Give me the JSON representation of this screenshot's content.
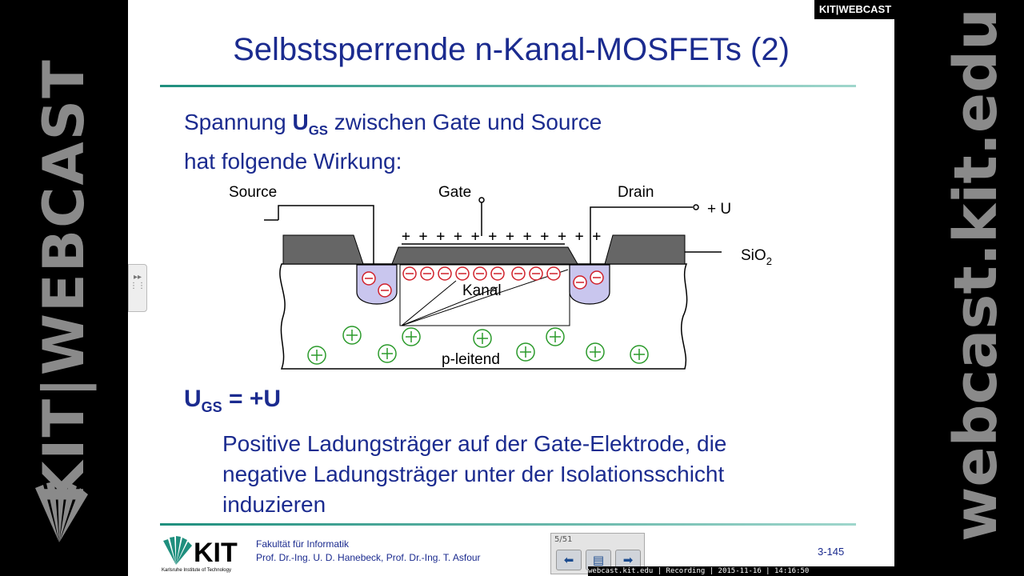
{
  "branding": {
    "left_vertical": "KIT|WEBCAST",
    "right_vertical": "webcast.kit.edu",
    "badge": "KIT|WEBCAST"
  },
  "slide": {
    "title": "Selbstsperrende n-Kanal-MOSFETs (2)",
    "intro_line1_prefix": "Spannung ",
    "intro_symbol": "U",
    "intro_symbol_sub": "GS",
    "intro_line1_suffix": " zwischen Gate und Source",
    "intro_line2": "hat folgende Wirkung:",
    "ugs_symbol": "U",
    "ugs_sub": "GS",
    "ugs_rest": " = +U",
    "description_line1": "Positive Ladungsträger auf der Gate-Elektrode, die",
    "description_line2": "negative Ladungsträger unter der Isolationsschicht",
    "description_line3": "induzieren"
  },
  "diagram": {
    "label_source": "Source",
    "label_gate": "Gate",
    "label_drain": "Drain",
    "label_plus_u": "+ U",
    "label_sio2": "SiO",
    "label_sio2_sub": "2",
    "label_kanal": "Kanal",
    "label_p_leitend": "p-leitend",
    "gate_charges": "+ + + + + + + + + + + +"
  },
  "footer": {
    "logo_text": "KIT",
    "logo_sub": "Karlsruhe Institute of Technology",
    "faculty_line1": "Fakultät für Informatik",
    "faculty_line2": "Prof. Dr.-Ing. U. D. Hanebeck, Prof. Dr.-Ing. T. Asfour",
    "page_number": "3-145"
  },
  "navigator": {
    "count": "5/51"
  },
  "ticker": "webcast.kit.edu | Recording | 2015-11-16 | 14:16:50",
  "colors": {
    "title_blue": "#1b2b8f",
    "accent_teal": "#1f8f7e",
    "oxide_gray": "#666666",
    "n_region": "#c9c6ee",
    "electron_red": "#d0202a",
    "hole_green": "#2a9a2a"
  }
}
